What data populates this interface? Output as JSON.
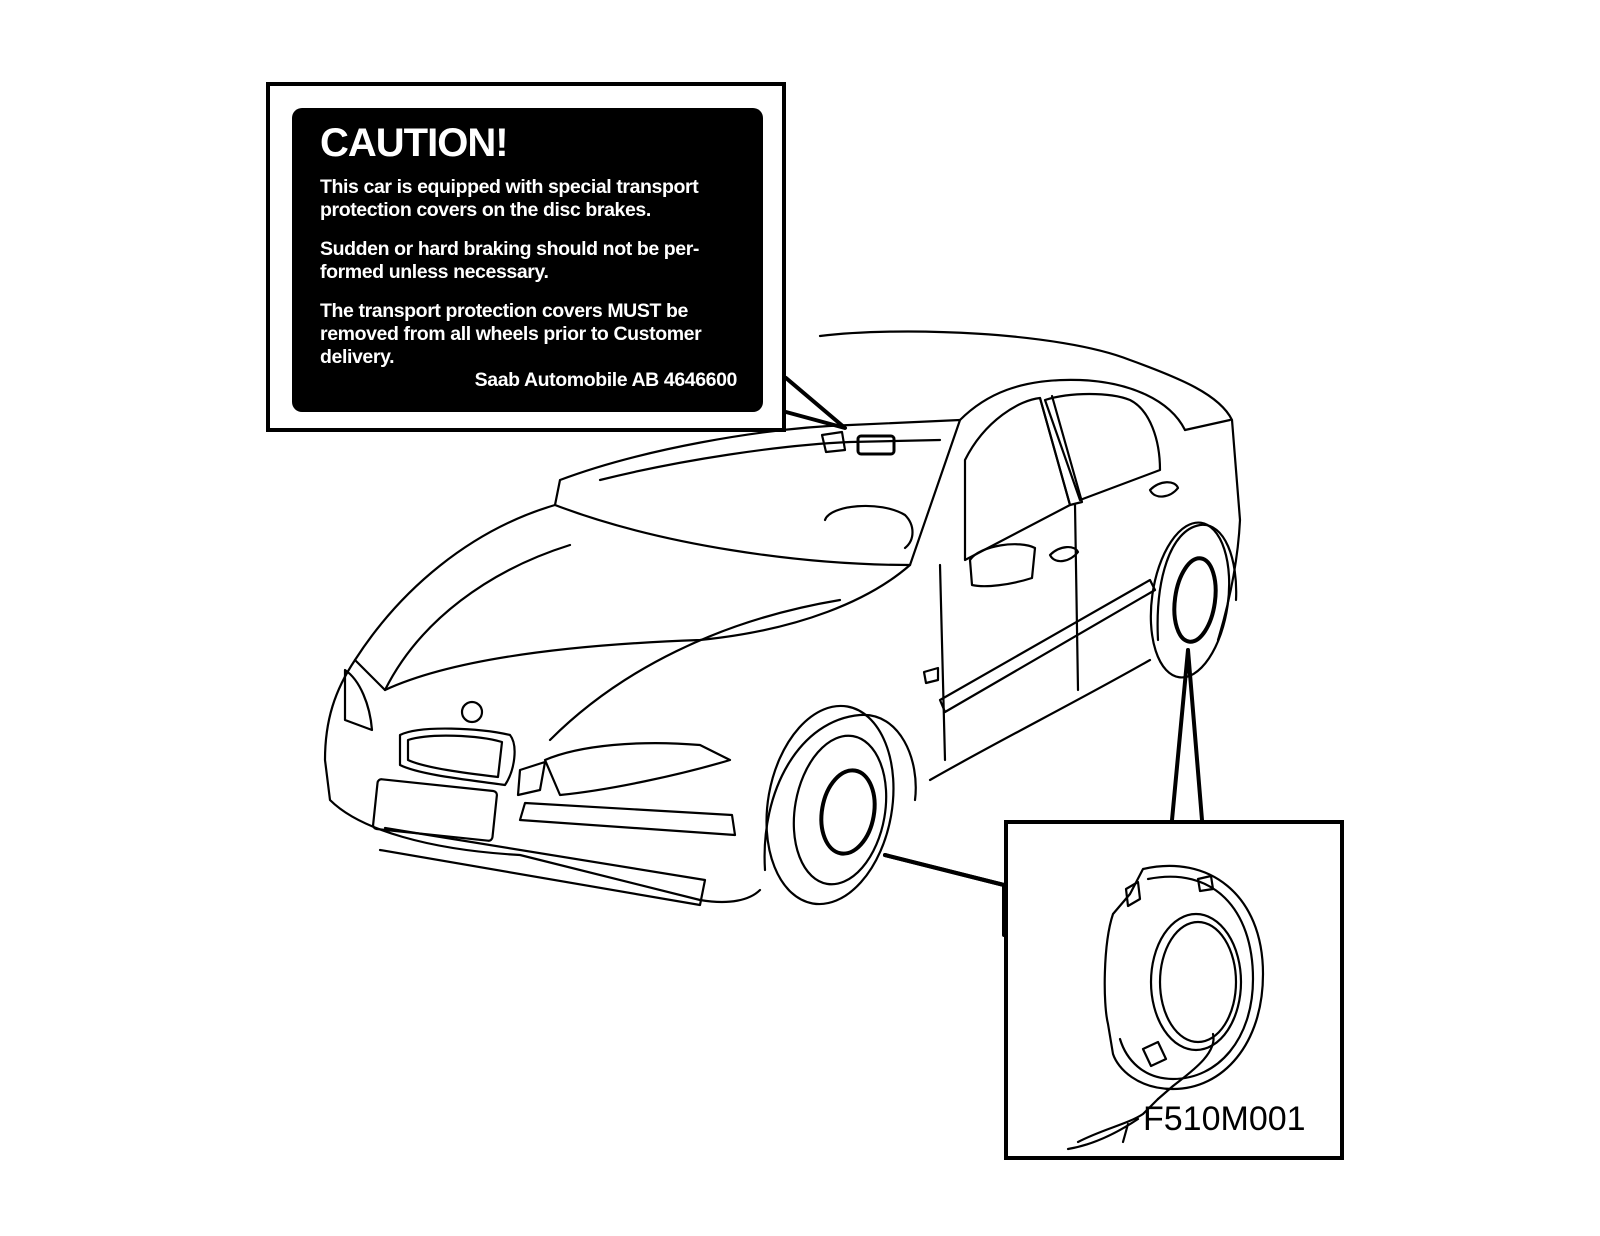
{
  "caution_label": {
    "title": "CAUTION!",
    "paragraphs": [
      "This car is equipped with special transport\nprotection covers on the disc brakes.",
      "Sudden or hard braking should not be per-\nformed unless necessary.",
      "The transport protection covers MUST be\nremoved from all wheels prior to Customer\ndelivery."
    ],
    "signature": "Saab Automobile AB  4646600"
  },
  "figure_code": "F510M001",
  "colors": {
    "ink": "#000000",
    "paper": "#ffffff"
  },
  "illustration": {
    "subject": "car-line-drawing",
    "detail": "brake-disc-transport-cover"
  }
}
